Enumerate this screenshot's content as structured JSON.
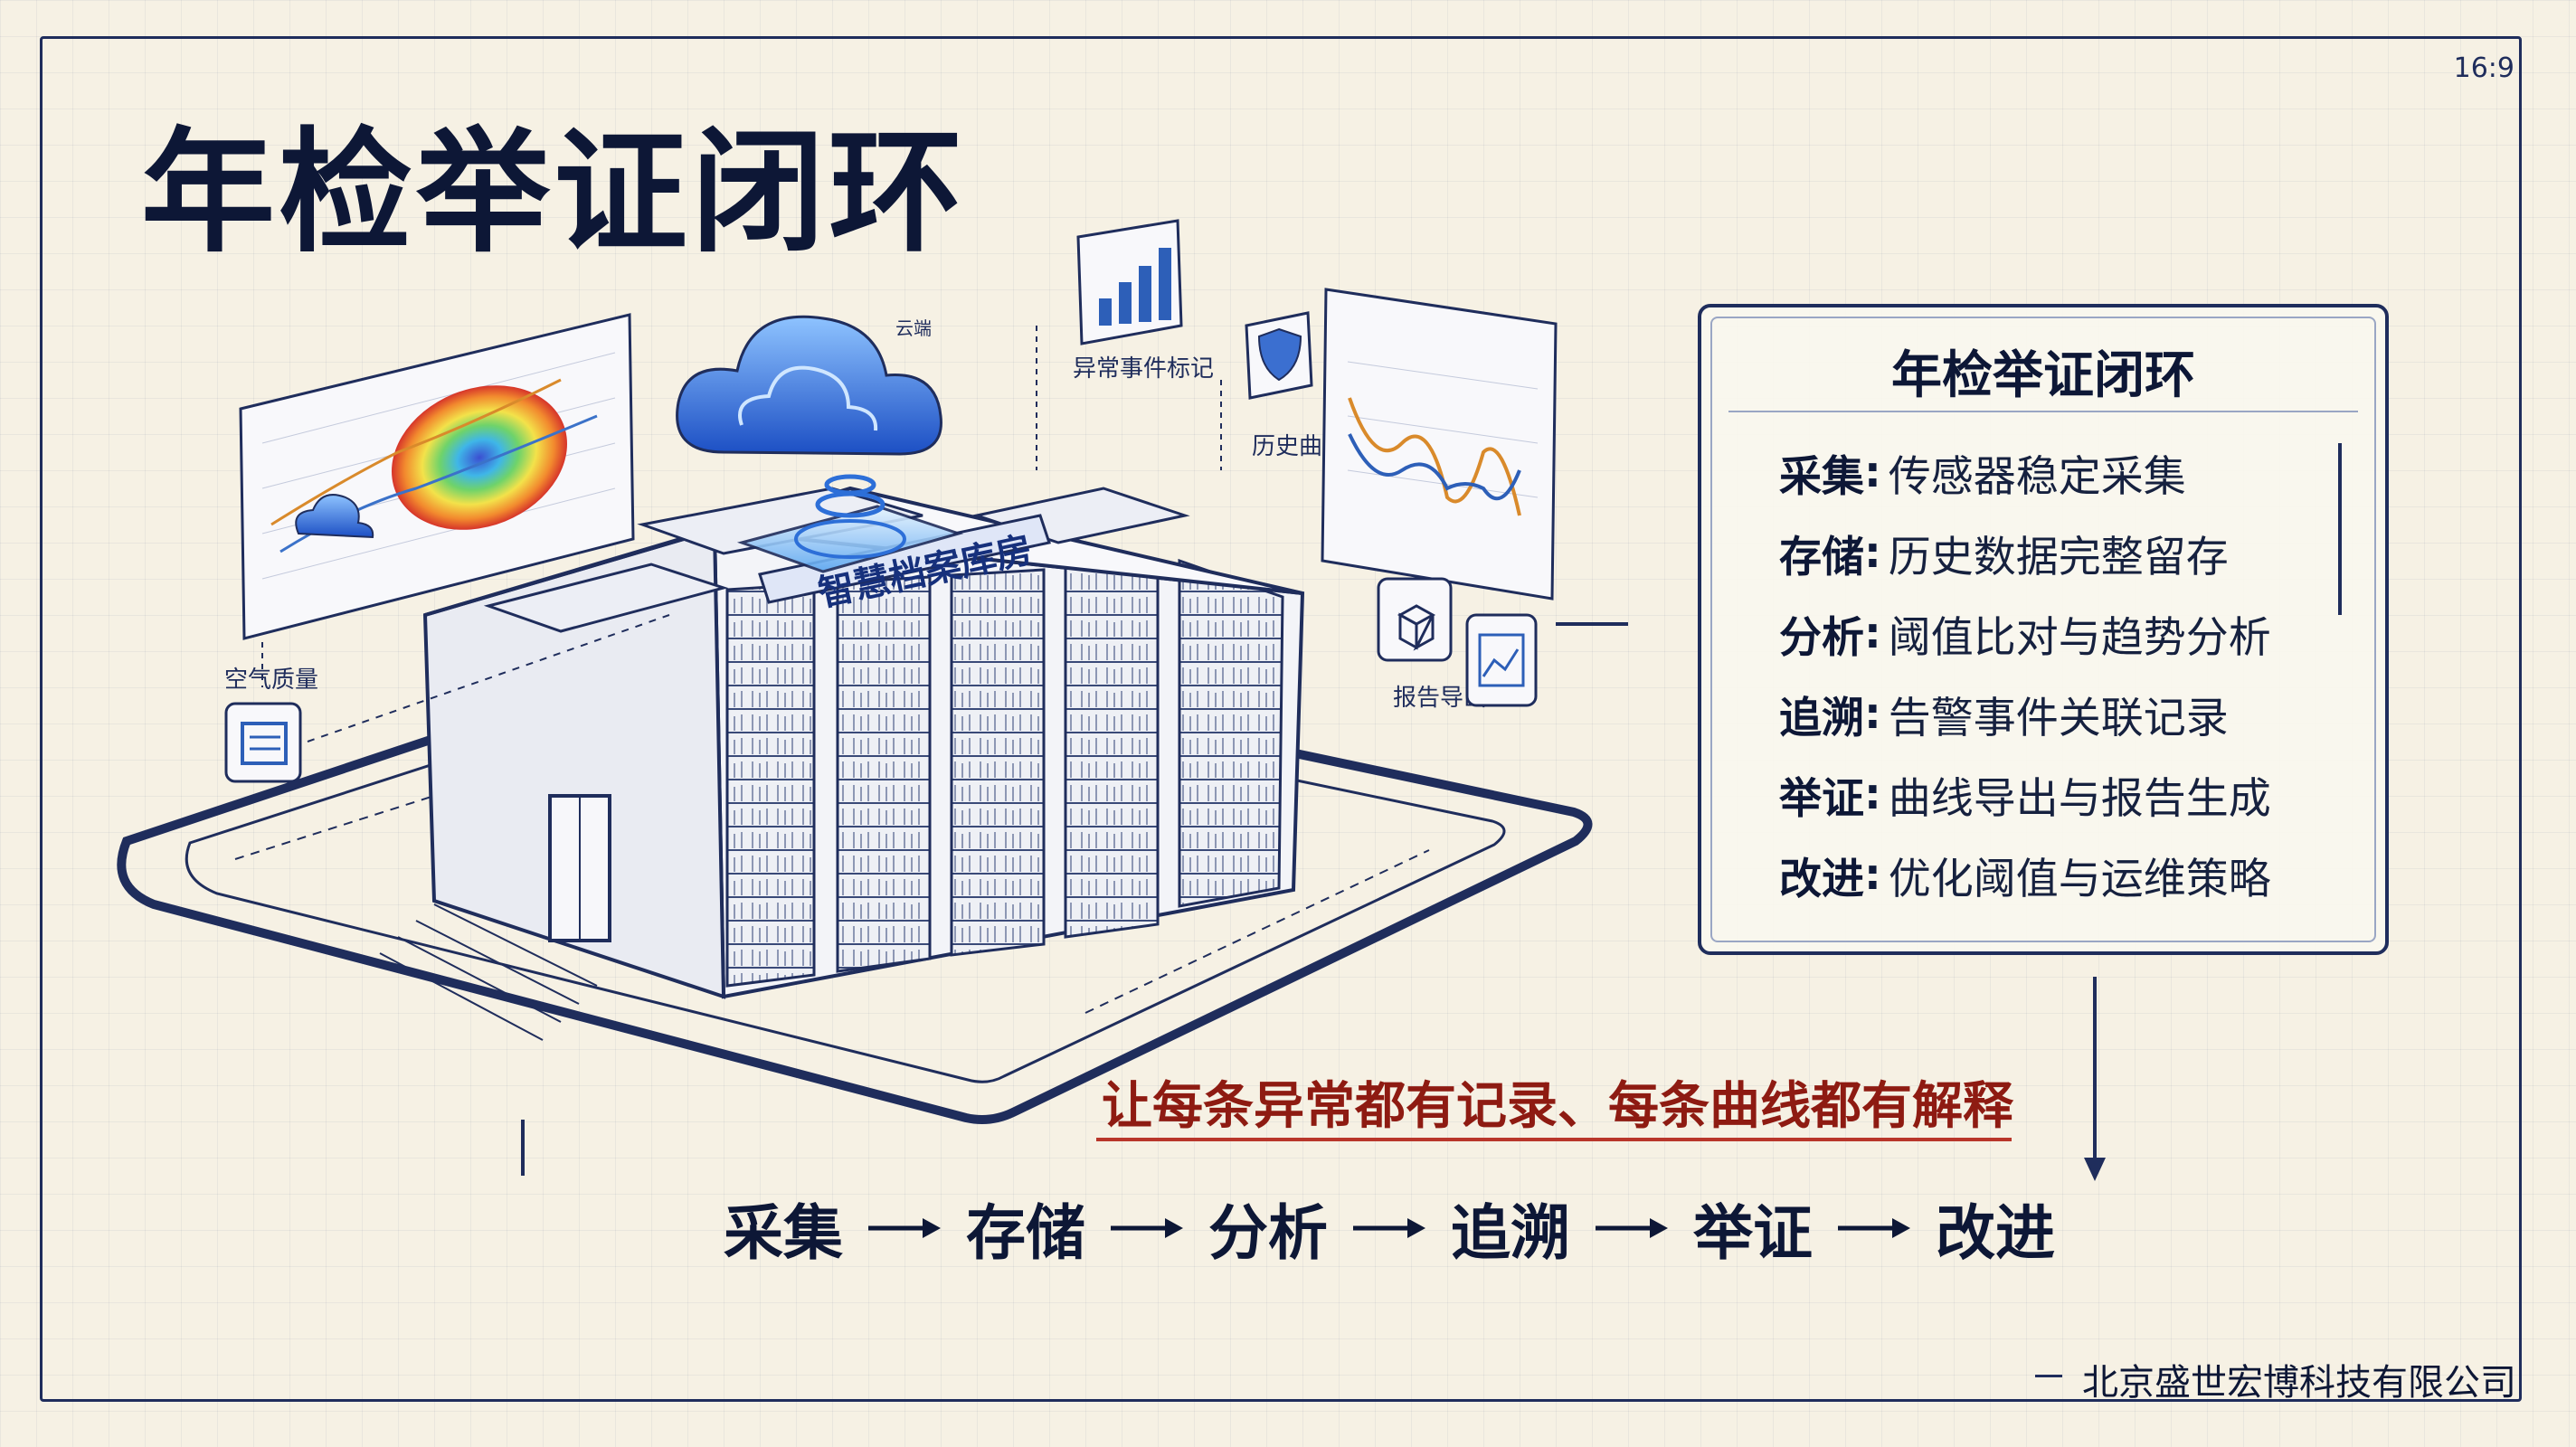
{
  "slide": {
    "aspect_ratio": "16:9",
    "title": "年检举证闭环",
    "company": "北京盛世宏博科技有限公司"
  },
  "illustration": {
    "building_sign": "智慧档案库房",
    "labels": {
      "air_quality": "空气质量",
      "anomaly_mark": "异常事件标记",
      "history": "历史曲",
      "report_export": "报告导出",
      "cloud": "云端"
    }
  },
  "panel": {
    "title": "年检举证闭环",
    "steps": [
      {
        "key": "采集",
        "value": "传感器稳定采集"
      },
      {
        "key": "存储",
        "value": "历史数据完整留存"
      },
      {
        "key": "分析",
        "value": "阈值比对与趋势分析"
      },
      {
        "key": "追溯",
        "value": "告警事件关联记录"
      },
      {
        "key": "举证",
        "value": "曲线导出与报告生成"
      },
      {
        "key": "改进",
        "value": "优化阈值与运维策略"
      }
    ]
  },
  "slogan": "让每条异常都有记录、每条曲线都有解释",
  "flow": [
    "采集",
    "存储",
    "分析",
    "追溯",
    "举证",
    "改进"
  ],
  "colors": {
    "navy": "#1f2d5c",
    "accent_red": "#b9362a",
    "background": "#f6f1e4"
  }
}
